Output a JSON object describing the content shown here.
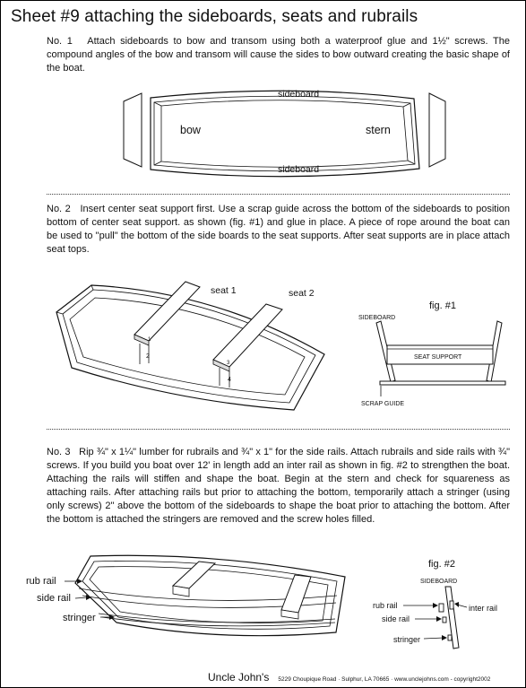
{
  "title": "Sheet #9 attaching the sideboards, seats and rubrails",
  "step1": {
    "num": "No. 1",
    "text": "Attach sideboards to bow and transom using both a waterproof glue and  1½\" screws.  The compound angles of the bow and transom will cause the sides to bow outward creating the basic shape of the boat."
  },
  "diagram1": {
    "top_label": "sideboard",
    "bottom_label": "sideboard",
    "left_label": "bow",
    "right_label": "stern"
  },
  "step2": {
    "num": "No. 2",
    "text": "Insert center seat support first. Use a scrap guide across the bottom of the sideboards to position bottom of center seat support. as shown  (fig. #1) and glue in place. A piece of rope around the boat can be used to \"pull\" the bottom of the side boards to the seat supports. After seat supports are in place attach seat tops."
  },
  "diagram2": {
    "seat1": "seat 1",
    "seat2": "seat 2",
    "marks": [
      "1",
      "2",
      "3",
      "4"
    ]
  },
  "fig1": {
    "title": "fig. #1",
    "sideboard": "SIDEBOARD",
    "seat_support": "SEAT SUPPORT",
    "scrap_guide": "SCRAP GUIDE"
  },
  "step3": {
    "num": "No. 3",
    "text": "Rip  ¾\" x 1¼\" lumber for rubrails and ¾\" x 1\" for the side rails. Attach rubrails and side rails with ¾\" screws. If you build you boat over 12' in length add an inter rail as shown in fig. #2 to strengthen the boat. Attaching the rails will stiffen and shape the boat. Begin at the stern and check for squareness as attaching rails. After attaching rails but prior to attaching the bottom, temporarily attach a stringer (using only screws) 2\" above the bottom of the sideboards to shape the boat prior to attaching the bottom. After the bottom is attached the stringers are removed and the screw holes  filled."
  },
  "diagram3": {
    "rub_rail": "rub rail",
    "side_rail": "side rail",
    "stringer": "stringer"
  },
  "fig2": {
    "title": "fig. #2",
    "sideboard": "SIDEBOARD",
    "rub_rail": "rub rail",
    "inter_rail": "inter rail",
    "side_rail": "side rail",
    "stringer": "stringer"
  },
  "footer": {
    "brand": "Uncle John's",
    "address": "5229 Choupique Road · Sulphur, LA 70665 · www.unclejohns.com - copyright2002"
  }
}
